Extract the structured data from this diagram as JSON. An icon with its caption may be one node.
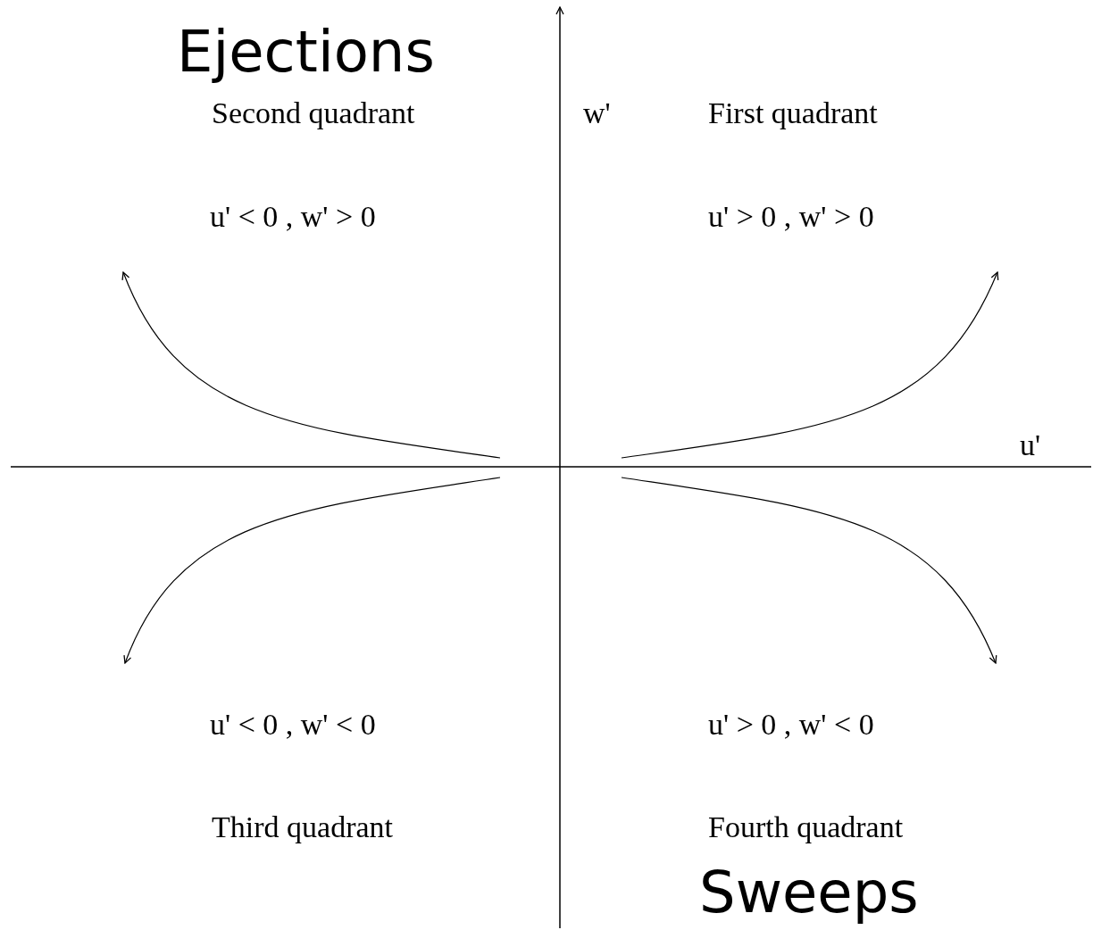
{
  "diagram": {
    "labels": [
      "Ejections",
      "Second quadrant",
      "w'",
      "First quadrant",
      "u' < 0 , w' > 0",
      "u' > 0 , w' > 0",
      "u'",
      "u' < 0 , w' < 0",
      "u' > 0 , w' < 0",
      "Third quadrant",
      "Fourth quadrant",
      "Sweeps"
    ]
  }
}
